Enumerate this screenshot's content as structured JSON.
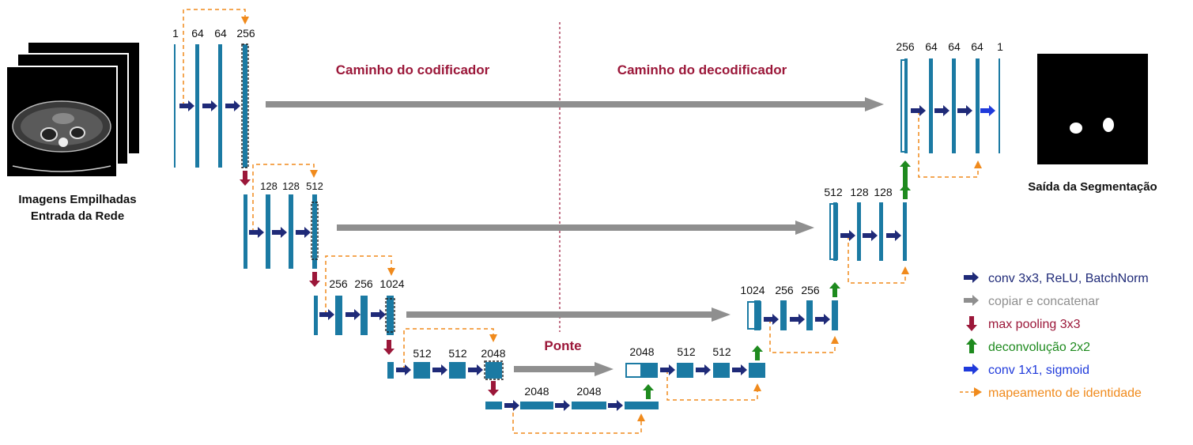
{
  "labels": {
    "input": [
      "Imagens Empilhadas",
      "Entrada da Rede"
    ],
    "output": "Saída da Segmentação",
    "encoder": "Caminho do codificador",
    "decoder": "Caminho do decodificador",
    "bridge": "Ponte"
  },
  "channels": {
    "enc1": [
      "1",
      "64",
      "64",
      "256"
    ],
    "enc2": [
      "128",
      "128",
      "512"
    ],
    "enc3": [
      "256",
      "256",
      "1024"
    ],
    "enc4": [
      "512",
      "512",
      "2048"
    ],
    "bridge": [
      "2048",
      "2048"
    ],
    "dec4": [
      "2048",
      "512",
      "512"
    ],
    "dec3": [
      "1024",
      "256",
      "256"
    ],
    "dec2": [
      "512",
      "128",
      "128"
    ],
    "dec1": [
      "256",
      "64",
      "64",
      "64",
      "1"
    ]
  },
  "legend": [
    {
      "icon": "navy-arrow-icon",
      "color": "#1f2a78",
      "text": "conv 3x3, ReLU, BatchNorm"
    },
    {
      "icon": "gray-arrow-icon",
      "color": "#8f8f8f",
      "text": "copiar e concatenar"
    },
    {
      "icon": "red-down-arrow-icon",
      "color": "#9b1739",
      "text": "max pooling 3x3"
    },
    {
      "icon": "green-up-arrow-icon",
      "color": "#1e8a1e",
      "text": "deconvolução 2x2"
    },
    {
      "icon": "blue-arrow-icon",
      "color": "#1f3adb",
      "text": "conv 1x1, sigmoid"
    },
    {
      "icon": "orange-dashed-arrow-icon",
      "color": "#f08a1c",
      "text": "mapeamento de identidade"
    }
  ],
  "colors": {
    "block": "#1b7aa3",
    "conv_arrow": "#1f2a78",
    "copy_arrow": "#8f8f8f",
    "pool_arrow": "#9b1739",
    "deconv_arrow": "#1e8a1e",
    "sigmoid_arrow": "#1f3adb",
    "identity_arrow": "#f08a1c",
    "path_label": "#9b1739"
  }
}
